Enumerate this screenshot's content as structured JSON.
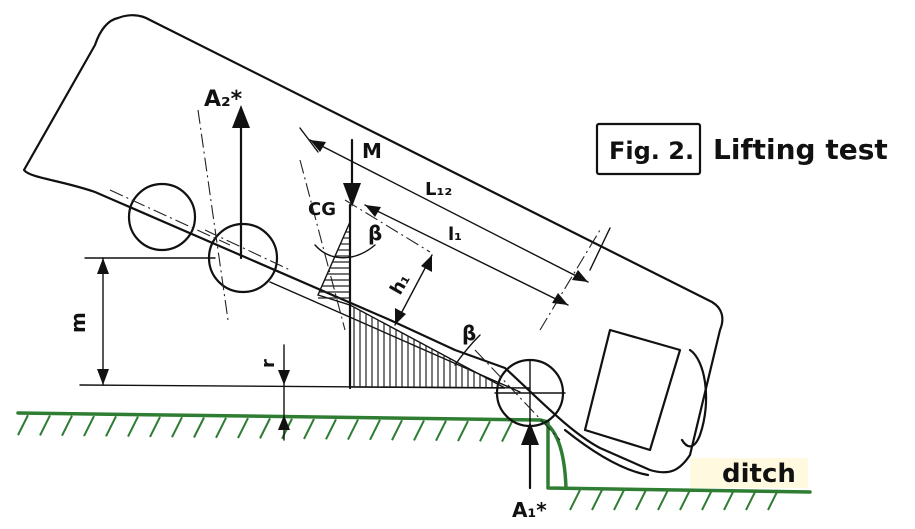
{
  "figure": {
    "number_label": "Fig. 2.",
    "title": "Lifting test"
  },
  "labels": {
    "A2": "A₂*",
    "A1": "A₁*",
    "M": "M",
    "CG": "CG",
    "beta_top": "β",
    "beta_bottom": "β",
    "L12": "L₁₂",
    "l1": "l₁",
    "h1": "h₁",
    "m": "m",
    "r": "r",
    "ditch": "ditch"
  },
  "colors": {
    "ink": "#111111",
    "ground": "#2e7d32",
    "ditch_fill": "#fff9e0"
  }
}
